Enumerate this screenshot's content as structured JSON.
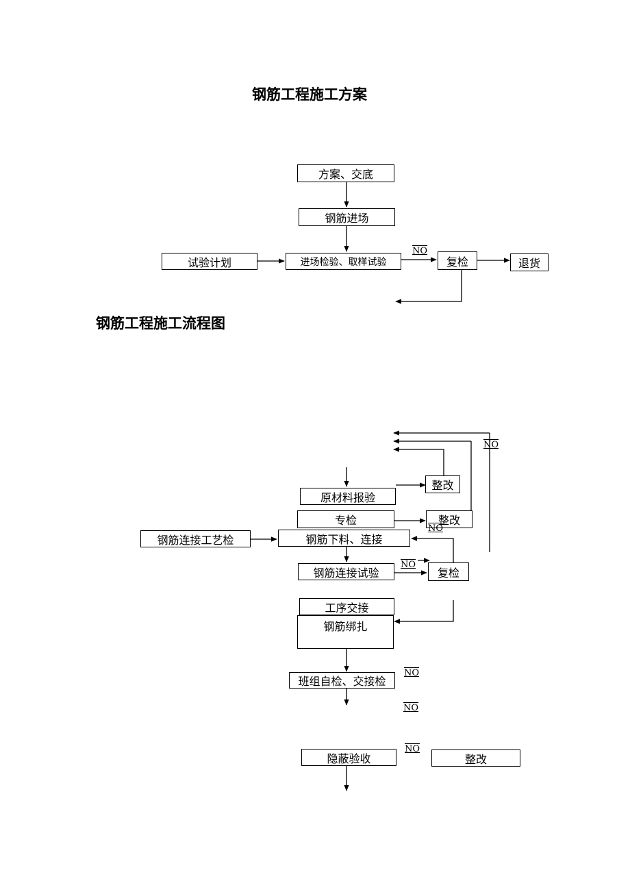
{
  "document": {
    "title": "钢筋工程施工方案",
    "flow_title": "钢筋工程施工流程图"
  },
  "diagram1": {
    "boxes": {
      "plan": "方案、交底",
      "arrival": "钢筋进场",
      "test_plan": "试验计划",
      "inspection": "进场检验、取样试验",
      "recheck": "复检",
      "return": "退货"
    },
    "no_label": "NO"
  },
  "diagram2": {
    "boxes": {
      "rectify_1": "整改",
      "material": "原材料报验",
      "special": "专检",
      "rectify_2": "整改",
      "process_check": "钢筋连接工艺检",
      "cutting": "钢筋下料、连接",
      "connect_test": "钢筋连接试验",
      "recheck": "复检",
      "handover": "工序交接",
      "binding": "钢筋绑扎",
      "self_check": "班组自检、交接检",
      "hidden": "隐蔽验收",
      "rectify_3": "整改"
    },
    "no_labels": [
      "NO",
      "NO",
      "NO",
      "NO",
      "NO",
      "NO"
    ]
  }
}
